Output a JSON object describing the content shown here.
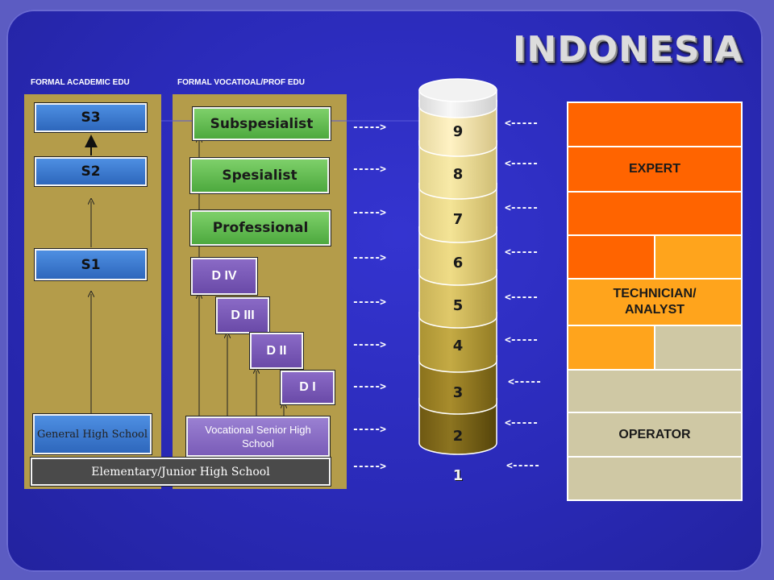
{
  "slide": {
    "title": "INDONESIA"
  },
  "headings": {
    "academic": "FORMAL ACADEMIC EDU",
    "vocational": "FORMAL VOCATIOAL/PROF EDU"
  },
  "academic": {
    "s3": "S3",
    "s2": "S2",
    "s1": "S1",
    "general_high_school": "General High School"
  },
  "vocational": {
    "subspecialist": "Subspesialist",
    "specialist": "Spesialist",
    "professional": "Professional",
    "d4": "D IV",
    "d3": "D III",
    "d2": "D II",
    "d1": "D I",
    "vocational_high_school": "Vocational Senior High School"
  },
  "elementary": "Elementary/Junior High School",
  "levels": [
    "9",
    "8",
    "7",
    "6",
    "5",
    "4",
    "3",
    "2",
    "1"
  ],
  "arrows": {
    "right": "----->",
    "left": "<-----"
  },
  "competency": {
    "expert": "EXPERT",
    "technician": "TECHNICIAN/ ANALYST",
    "operator": "OPERATOR"
  },
  "colors": {
    "background": "#2a2ab8",
    "panel": "#b49c4a",
    "expert": "#ff6400",
    "technician": "#ffa41c",
    "operator": "#cfc8a4"
  }
}
